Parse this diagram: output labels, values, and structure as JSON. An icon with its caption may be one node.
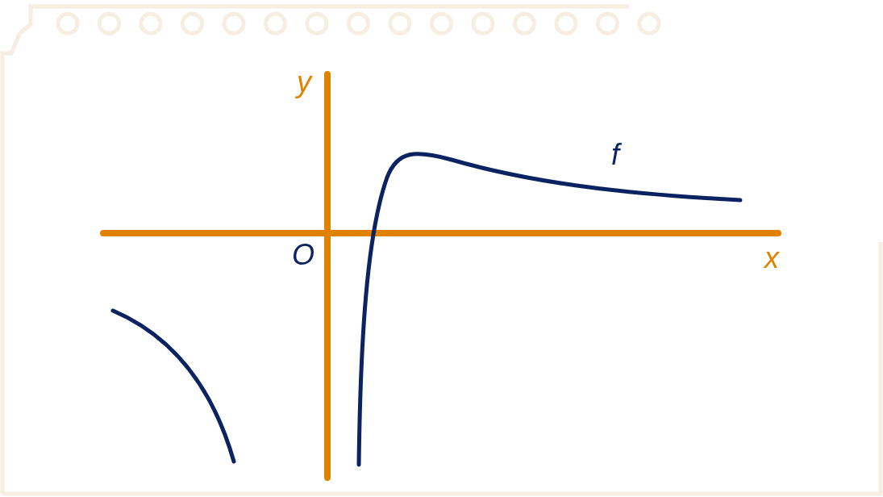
{
  "diagram": {
    "labels": [
      "y",
      "f",
      "O",
      "x"
    ]
  }
}
